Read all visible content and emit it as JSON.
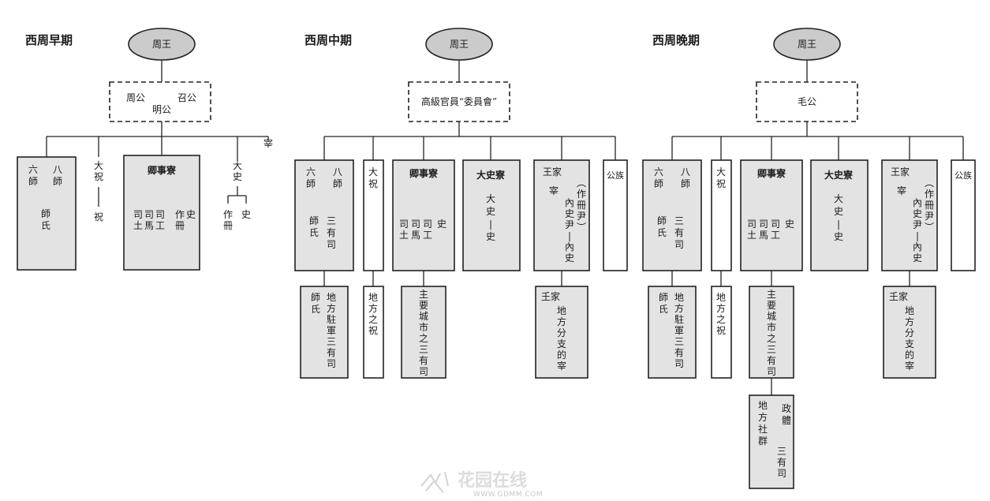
{
  "periods": [
    {
      "title": "西周早期",
      "top": "周王",
      "council": "周公 召公 明公",
      "offices": [
        {
          "name": "六師 八師",
          "sub": "師氏"
        },
        {
          "name": "大祝",
          "sub": "祝"
        },
        {
          "name": "卿事寮",
          "sub": "司土 司馬 司工 作冊 史"
        },
        {
          "name": "大史",
          "sub": "作冊 史"
        },
        {
          "name": "宰"
        }
      ]
    },
    {
      "title": "西周中期",
      "top": "周王",
      "council": "高級官員“委員會”",
      "offices": [
        {
          "name": "六師 八師",
          "sub": "師氏 三有司",
          "local": "師氏 地方駐軍三有司"
        },
        {
          "name": "大祝",
          "local": "地方之祝"
        },
        {
          "name": "卿事寮",
          "sub": "司土 司馬 司工 史",
          "local": "主要城市之三有司"
        },
        {
          "name": "大史寮",
          "sub": "大史-史"
        },
        {
          "name": "王家 宰",
          "sub": "（作冊尹） 內史尹-內史",
          "local": "𡈼家 地方分支的宰"
        },
        {
          "name": "公族"
        }
      ]
    },
    {
      "title": "西周晚期",
      "top": "周王",
      "council": "毛公",
      "offices": [
        {
          "name": "六師 八師",
          "sub": "師氏 三有司",
          "local": "師氏 地方駐軍三有司"
        },
        {
          "name": "大祝",
          "local": "地方之祝"
        },
        {
          "name": "卿事寮",
          "sub": "司土 司馬 司工 史",
          "local": "主要城市之三有司",
          "local2": "政體 地方社群 三有司"
        },
        {
          "name": "大史寮",
          "sub": "大史-史"
        },
        {
          "name": "王家 宰",
          "sub": "（作冊尹） 內史尹-內史",
          "local": "𡈼家 地方分支的宰"
        },
        {
          "name": "公族"
        }
      ]
    }
  ],
  "watermark": {
    "brand": "花园在线",
    "url": "WWW.GDMM.COM"
  },
  "colors": {
    "box_fill": "#e3e3e3",
    "ellipse_fill": "#cbcbcb",
    "line": "#222222",
    "white": "#ffffff"
  }
}
